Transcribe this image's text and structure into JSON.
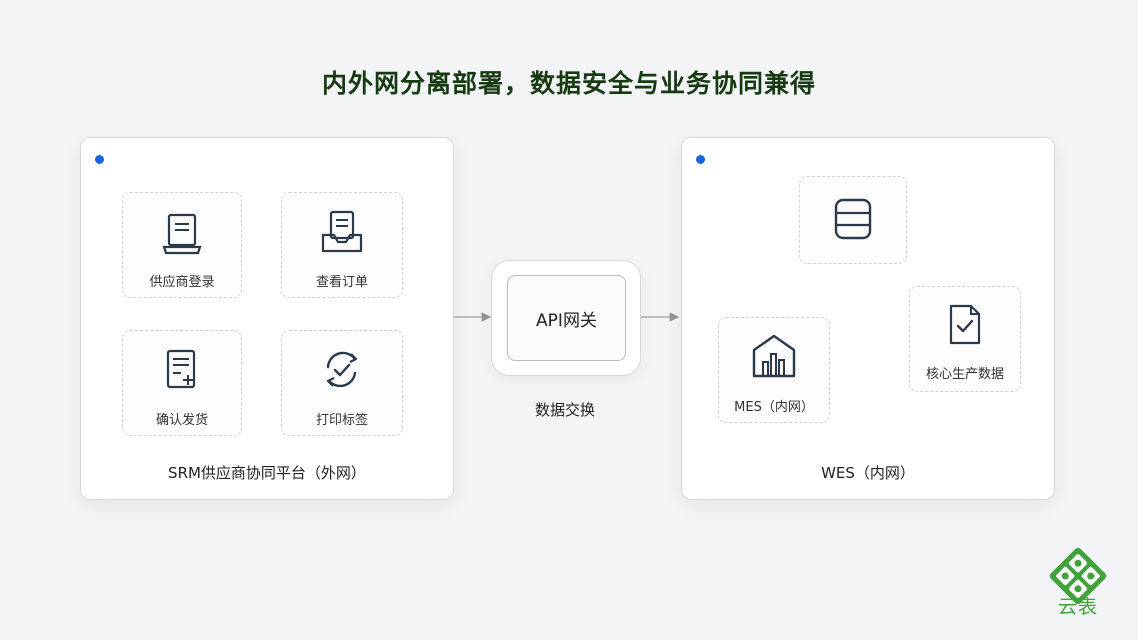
{
  "title": "内外网分离部署，数据安全与业务协同兼得",
  "external": {
    "label": "SRM供应商协同平台（外网）",
    "items": [
      {
        "label": "供应商登录",
        "icon": "laptop-icon"
      },
      {
        "label": "查看订单",
        "icon": "order-tray-icon"
      },
      {
        "label": "确认发货",
        "icon": "document-add-icon"
      },
      {
        "label": "打印标签",
        "icon": "refresh-check-icon"
      }
    ]
  },
  "gateway": {
    "label": "API网关",
    "caption": "数据交换"
  },
  "internal": {
    "label": "WES（内网）",
    "database_icon": "database-icon",
    "items": [
      {
        "label": "MES（内网）",
        "icon": "factory-chart-icon"
      },
      {
        "label": "核心生产数据",
        "icon": "document-check-icon"
      }
    ]
  },
  "logo": {
    "text": "云表",
    "icon": "yunbiao-logo-icon"
  },
  "colors": {
    "accent": "#1565e0",
    "title": "#163a12",
    "logo": "#3fa23a",
    "icon": "#2b3a4a"
  }
}
